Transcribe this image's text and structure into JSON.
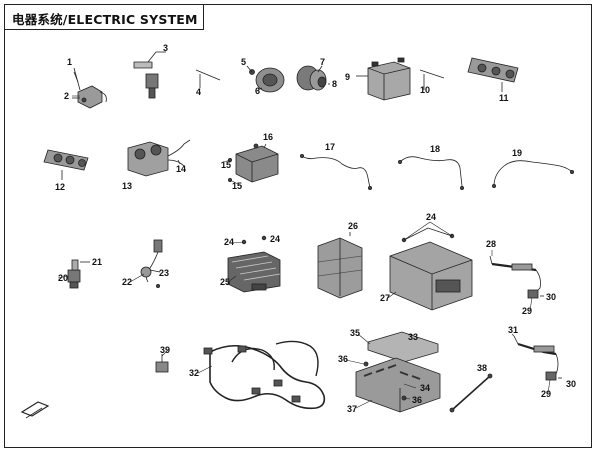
{
  "title": "电器系统/ELECTRIC SYSTEM",
  "callouts": {
    "c1": "1",
    "c2": "2",
    "c3": "3",
    "c4": "4",
    "c5": "5",
    "c6": "6",
    "c7": "7",
    "c8": "8",
    "c9": "9",
    "c10": "10",
    "c11": "11",
    "c12": "12",
    "c13": "13",
    "c14": "14",
    "c15a": "15",
    "c15b": "15",
    "c16": "16",
    "c17": "17",
    "c18": "18",
    "c19": "19",
    "c20": "20",
    "c21": "21",
    "c22": "22",
    "c23": "23",
    "c24a": "24",
    "c24b": "24",
    "c24c": "24",
    "c25": "25",
    "c26": "26",
    "c27": "27",
    "c28": "28",
    "c29a": "29",
    "c29b": "29",
    "c30a": "30",
    "c30b": "30",
    "c31": "31",
    "c32": "32",
    "c33": "33",
    "c34": "34",
    "c35": "35",
    "c36a": "36",
    "c36b": "36",
    "c37": "37",
    "c38": "38",
    "c39": "39"
  },
  "colors": {
    "line": "#222222",
    "part_fill": "#9a9a9a",
    "part_dark": "#4a4a4a"
  },
  "icons": {
    "direction_marker": "front-arrow-icon"
  }
}
